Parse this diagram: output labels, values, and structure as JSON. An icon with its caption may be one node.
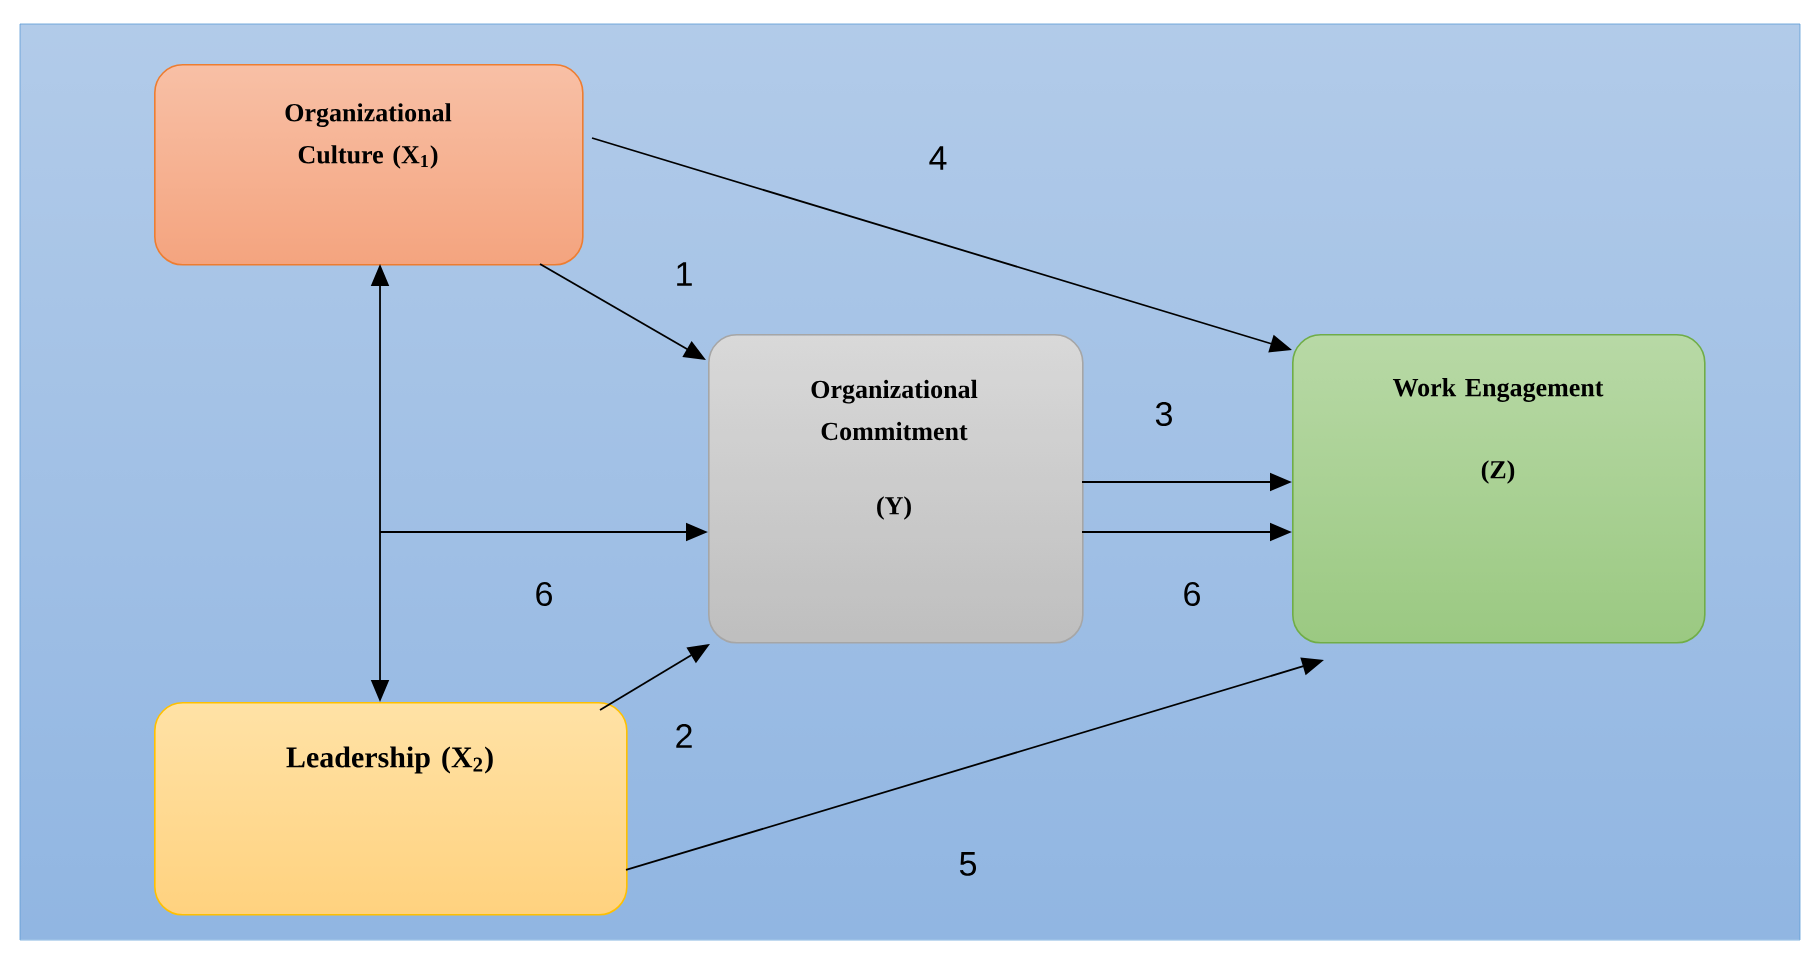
{
  "diagram": {
    "nodes": [
      {
        "text": [
          "Organizational Culture (X$_{1}$)"
        ]
      },
      {
        "text": [
          "Leadership (X$_{2}$)"
        ]
      },
      {
        "text": [
          "Organizational Commitment",
          "(Y)"
        ]
      },
      {
        "text": [
          "Work Engagement",
          "(Z)"
        ]
      }
    ],
    "edges": [
      {
        "from": 0,
        "to": 2,
        "arrow": "to",
        "label": "1"
      },
      {
        "from": 1,
        "to": 2,
        "arrow": "to",
        "label": "2"
      },
      {
        "from": 2,
        "to": 3,
        "arrow": "to",
        "label": "3"
      },
      {
        "from": 2,
        "to": 3,
        "arrow": "to",
        "label": "6"
      },
      {
        "from": 0,
        "to": 3,
        "arrow": "to",
        "label": "4"
      },
      {
        "from": 1,
        "to": 3,
        "arrow": "to",
        "label": "5"
      },
      {
        "from": 0,
        "to": 1,
        "arrow": "both"
      },
      {
        "from": null,
        "to": 2,
        "arrow": "to",
        "label": "6"
      }
    ]
  }
}
